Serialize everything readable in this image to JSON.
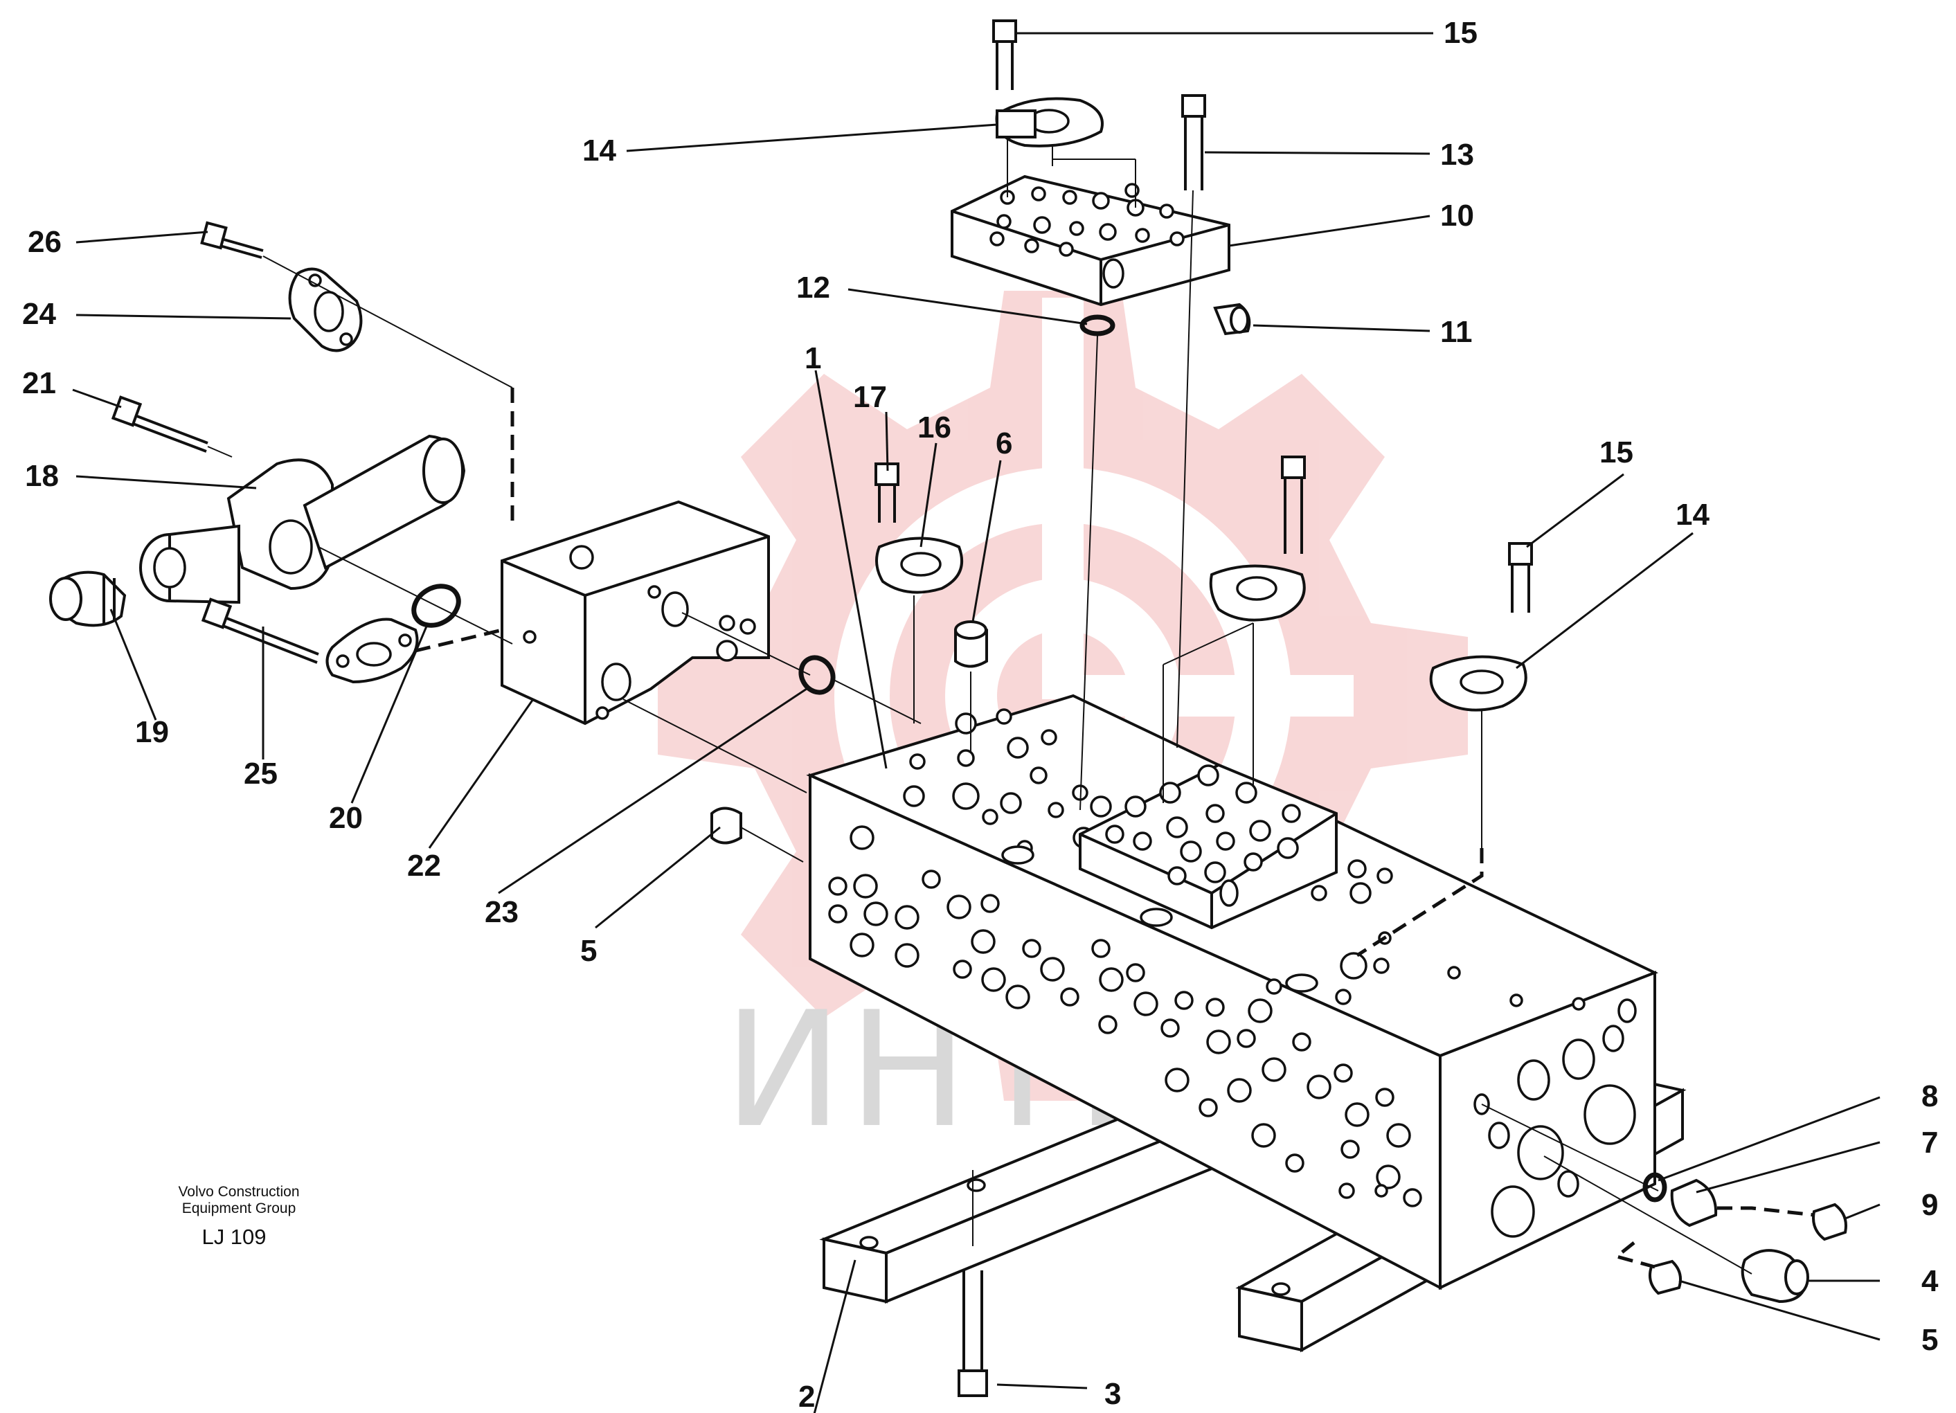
{
  "drawing": {
    "publisher": "Volvo Construction Equipment Group",
    "publisher_line1": "Volvo Construction",
    "publisher_line2": "Equipment Group",
    "drawing_code": "LJ 109"
  },
  "watermark": {
    "text": "ИНТЕХ",
    "logo": "gear-logo-icon",
    "logo_color": "#f3b8b8",
    "text_color": "#d8d8d8"
  },
  "callouts": {
    "c1": "1",
    "c2": "2",
    "c3": "3",
    "c4": "4",
    "c5a": "5",
    "c5b": "5",
    "c6": "6",
    "c7": "7",
    "c8": "8",
    "c9": "9",
    "c10": "10",
    "c11": "11",
    "c12": "12",
    "c13": "13",
    "c14a": "14",
    "c14b": "14",
    "c15a": "15",
    "c15b": "15",
    "c16": "16",
    "c17": "17",
    "c18": "18",
    "c19": "19",
    "c20": "20",
    "c21": "21",
    "c22": "22",
    "c23": "23",
    "c24": "24",
    "c25": "25",
    "c26": "26"
  }
}
